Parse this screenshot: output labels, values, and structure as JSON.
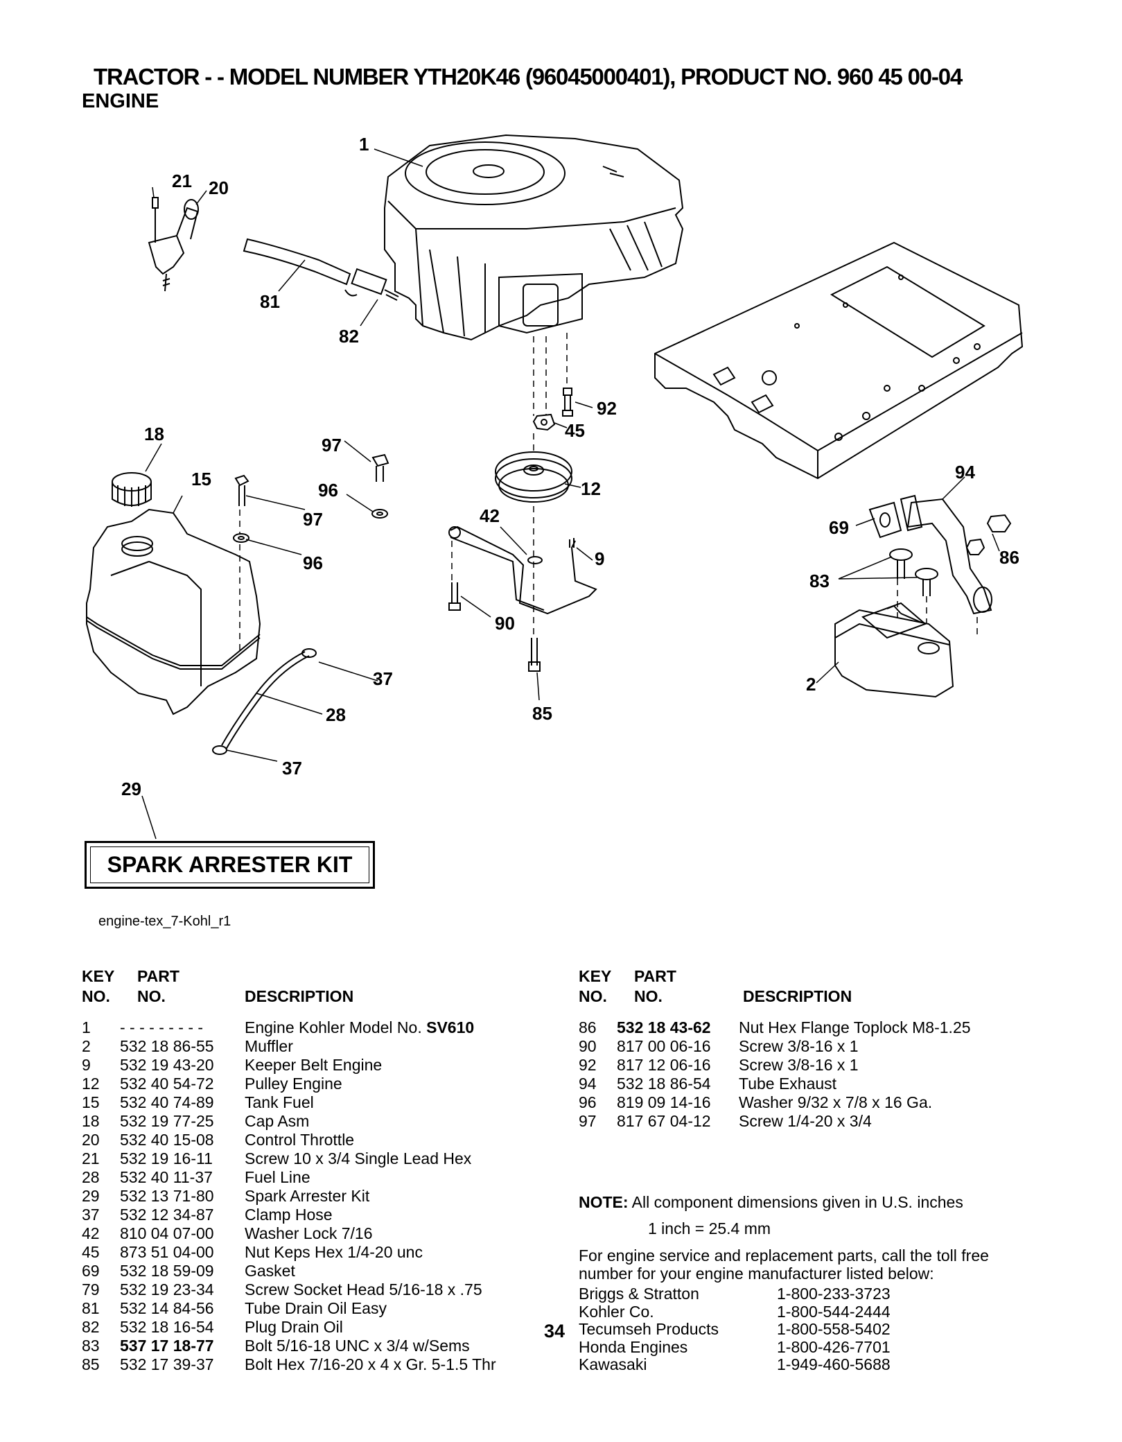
{
  "header": {
    "title": "TRACTOR - - MODEL NUMBER YTH20K46 (96045000401), PRODUCT NO. 960 45 00-04",
    "subtitle": "ENGINE"
  },
  "diagram": {
    "callouts": [
      "1",
      "21",
      "20",
      "81",
      "82",
      "92",
      "45",
      "18",
      "97",
      "15",
      "96",
      "97",
      "96",
      "12",
      "42",
      "9",
      "94",
      "69",
      "86",
      "83",
      "90",
      "37",
      "28",
      "85",
      "2",
      "37",
      "29"
    ],
    "kit_box_label": "SPARK ARRESTER KIT",
    "figure_ref": "engine-tex_7-Kohl_r1"
  },
  "table_headers": {
    "key_line1": "KEY",
    "key_line2": "NO.",
    "part_line1": "PART",
    "part_line2": "NO.",
    "description": "DESCRIPTION"
  },
  "parts_left": [
    {
      "key": "1",
      "part": "- - - - - - - - -",
      "desc": "Engine Kohler Model No. ",
      "desc_bold": "SV610"
    },
    {
      "key": "2",
      "part": "532 18 86-55",
      "desc": "Muffler"
    },
    {
      "key": "9",
      "part": "532 19 43-20",
      "desc": "Keeper Belt Engine"
    },
    {
      "key": "12",
      "part": "532 40 54-72",
      "desc": "Pulley Engine"
    },
    {
      "key": "15",
      "part": "532 40 74-89",
      "desc": "Tank Fuel"
    },
    {
      "key": "18",
      "part": "532 19 77-25",
      "desc": "Cap Asm"
    },
    {
      "key": "20",
      "part": "532 40 15-08",
      "desc": "Control Throttle"
    },
    {
      "key": "21",
      "part": "532 19 16-11",
      "desc": "Screw 10 x 3/4 Single Lead Hex"
    },
    {
      "key": "28",
      "part": "532 40 11-37",
      "desc": "Fuel Line"
    },
    {
      "key": "29",
      "part": "532 13 71-80",
      "desc": "Spark Arrester Kit"
    },
    {
      "key": "37",
      "part": "532 12 34-87",
      "desc": "Clamp Hose"
    },
    {
      "key": "42",
      "part": "810 04 07-00",
      "desc": "Washer Lock 7/16"
    },
    {
      "key": "45",
      "part": "873 51 04-00",
      "desc": "Nut Keps Hex 1/4-20 unc"
    },
    {
      "key": "69",
      "part": "532 18 59-09",
      "desc": "Gasket"
    },
    {
      "key": "79",
      "part": "532 19 23-34",
      "desc": "Screw Socket Head 5/16-18 x .75"
    },
    {
      "key": "81",
      "part": "532 14 84-56",
      "desc": "Tube Drain Oil Easy"
    },
    {
      "key": "82",
      "part": "532 18 16-54",
      "desc": "Plug Drain Oil"
    },
    {
      "key": "83",
      "part": "537 17 18-77",
      "part_bold": true,
      "desc": "Bolt 5/16-18 UNC x 3/4 w/Sems"
    },
    {
      "key": "85",
      "part": "532 17 39-37",
      "desc": "Bolt Hex 7/16-20 x 4 x Gr. 5-1.5 Thr"
    }
  ],
  "parts_right": [
    {
      "key": "86",
      "part": "532 18 43-62",
      "part_bold": true,
      "desc": "Nut Hex Flange Toplock M8-1.25"
    },
    {
      "key": "90",
      "part": "817 00 06-16",
      "desc": "Screw 3/8-16 x 1"
    },
    {
      "key": "92",
      "part": "817 12 06-16",
      "desc": "Screw 3/8-16 x 1"
    },
    {
      "key": "94",
      "part": "532 18 86-54",
      "desc": "Tube Exhaust"
    },
    {
      "key": "96",
      "part": "819 09 14-16",
      "desc": "Washer 9/32 x 7/8 x 16 Ga."
    },
    {
      "key": "97",
      "part": "817 67 04-12",
      "desc": "Screw 1/4-20 x 3/4"
    }
  ],
  "page_number": "34",
  "note": {
    "label": "NOTE:",
    "text": " All component dimensions given in U.S. inches",
    "conversion": "1 inch = 25.4 mm",
    "service_text": "For engine service and replacement parts, call the toll free number for your engine manufacturer listed below:"
  },
  "manufacturers": [
    {
      "name": "Briggs & Stratton",
      "phone": "1-800-233-3723"
    },
    {
      "name": "Kohler Co.",
      "phone": "1-800-544-2444"
    },
    {
      "name": "Tecumseh Products",
      "phone": "1-800-558-5402"
    },
    {
      "name": "Honda Engines",
      "phone": "1-800-426-7701"
    },
    {
      "name": "Kawasaki",
      "phone": "1-949-460-5688"
    }
  ]
}
